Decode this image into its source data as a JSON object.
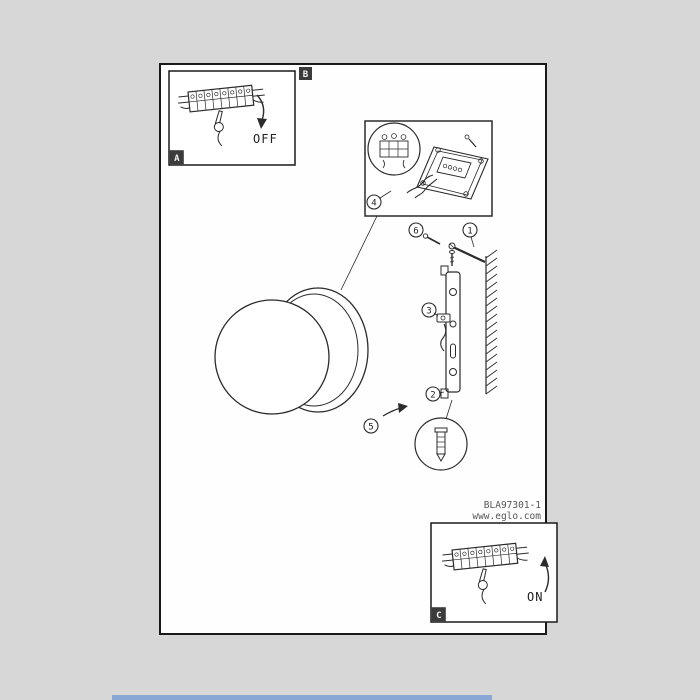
{
  "page": {
    "product_code": "BLA97301-1",
    "website": "www.eglo.com"
  },
  "inset_off": {
    "label": "A",
    "state": "OFF"
  },
  "main_label": "B",
  "inset_on": {
    "label": "C",
    "state": "ON"
  },
  "callouts": {
    "n1": "1",
    "n2": "2",
    "n3": "3",
    "n4": "4",
    "n5": "5",
    "n6": "6"
  },
  "colors": {
    "ink": "#2b2b2b",
    "chip": "#3b3b3b",
    "scan_bar": "#7b9fd4"
  }
}
